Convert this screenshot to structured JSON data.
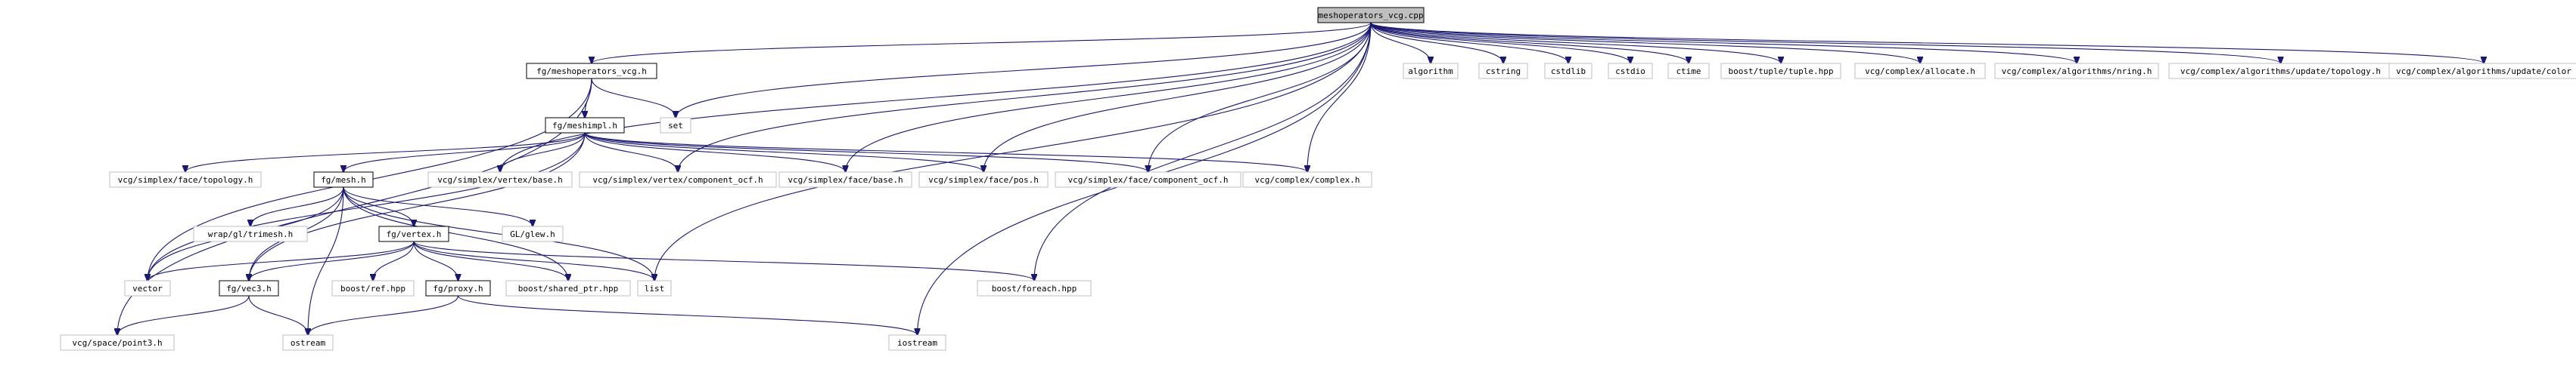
{
  "title": "meshoperators_vcg.cpp",
  "nodes": {
    "root": "meshoperators_vcg.cpp",
    "fg_meshoperators_vcg_h": "fg/meshoperators_vcg.h",
    "set": "set",
    "algorithm": "algorithm",
    "cstring": "cstring",
    "cstdlib": "cstdlib",
    "cstdio": "cstdio",
    "ctime": "ctime",
    "boost_tuple": "boost/tuple/tuple.hpp",
    "vcg_allocate": "vcg/complex/allocate.h",
    "vcg_nring": "vcg/complex/algorithms/nring.h",
    "vcg_topology": "vcg/complex/algorithms/update/topology.h",
    "vcg_color": "vcg/complex/algorithms/update/color",
    "fg_meshimpl_h": "fg/meshimpl.h",
    "vcg_face_topology": "vcg/simplex/face/topology.h",
    "fg_mesh_h": "fg/mesh.h",
    "vcg_vertex_base": "vcg/simplex/vertex/base.h",
    "vcg_vertex_component_ocf": "vcg/simplex/vertex/component_ocf.h",
    "vcg_face_base": "vcg/simplex/face/base.h",
    "vcg_face_pos": "vcg/simplex/face/pos.h",
    "vcg_face_component_ocf": "vcg/simplex/face/component_ocf.h",
    "vcg_complex": "vcg/complex/complex.h",
    "wrap_trimesh": "wrap/gl/trimesh.h",
    "fg_vertex_h": "fg/vertex.h",
    "gl_glew": "GL/glew.h",
    "vector": "vector",
    "fg_vec3_h": "fg/vec3.h",
    "boost_ref": "boost/ref.hpp",
    "fg_proxy_h": "fg/proxy.h",
    "boost_shared_ptr": "boost/shared_ptr.hpp",
    "list": "list",
    "boost_foreach": "boost/foreach.hpp",
    "vcg_point3": "vcg/space/point3.h",
    "ostream": "ostream",
    "iostream": "iostream"
  },
  "colors": {
    "edge": "#191970",
    "root_fill": "#bfbfbf",
    "framed_border": "#000000",
    "plain_border": "#bfbfbf"
  }
}
